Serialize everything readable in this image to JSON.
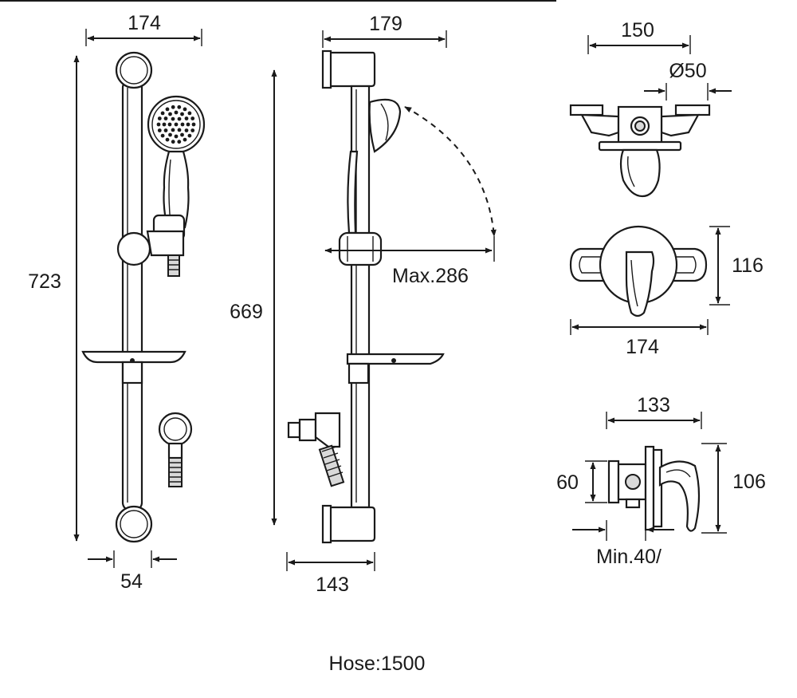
{
  "labels": {
    "front_width": "174",
    "front_height": "723",
    "front_bar_offset": "54",
    "side_width": "179",
    "side_height": "669",
    "side_base_width": "143",
    "max_projection": "Max.286",
    "valve_top_width": "150",
    "valve_outlet_diameter": "Ø50",
    "valve_front_height": "116",
    "valve_front_width": "174",
    "valve_side_width": "133",
    "valve_body_height": "60",
    "valve_side_height": "106",
    "valve_min_depth": "Min.40/",
    "hose_length": "Hose:1500"
  },
  "colors": {
    "line": "#1a1a1a",
    "fill": "#ffffff",
    "shade": "#d9d9d9"
  }
}
